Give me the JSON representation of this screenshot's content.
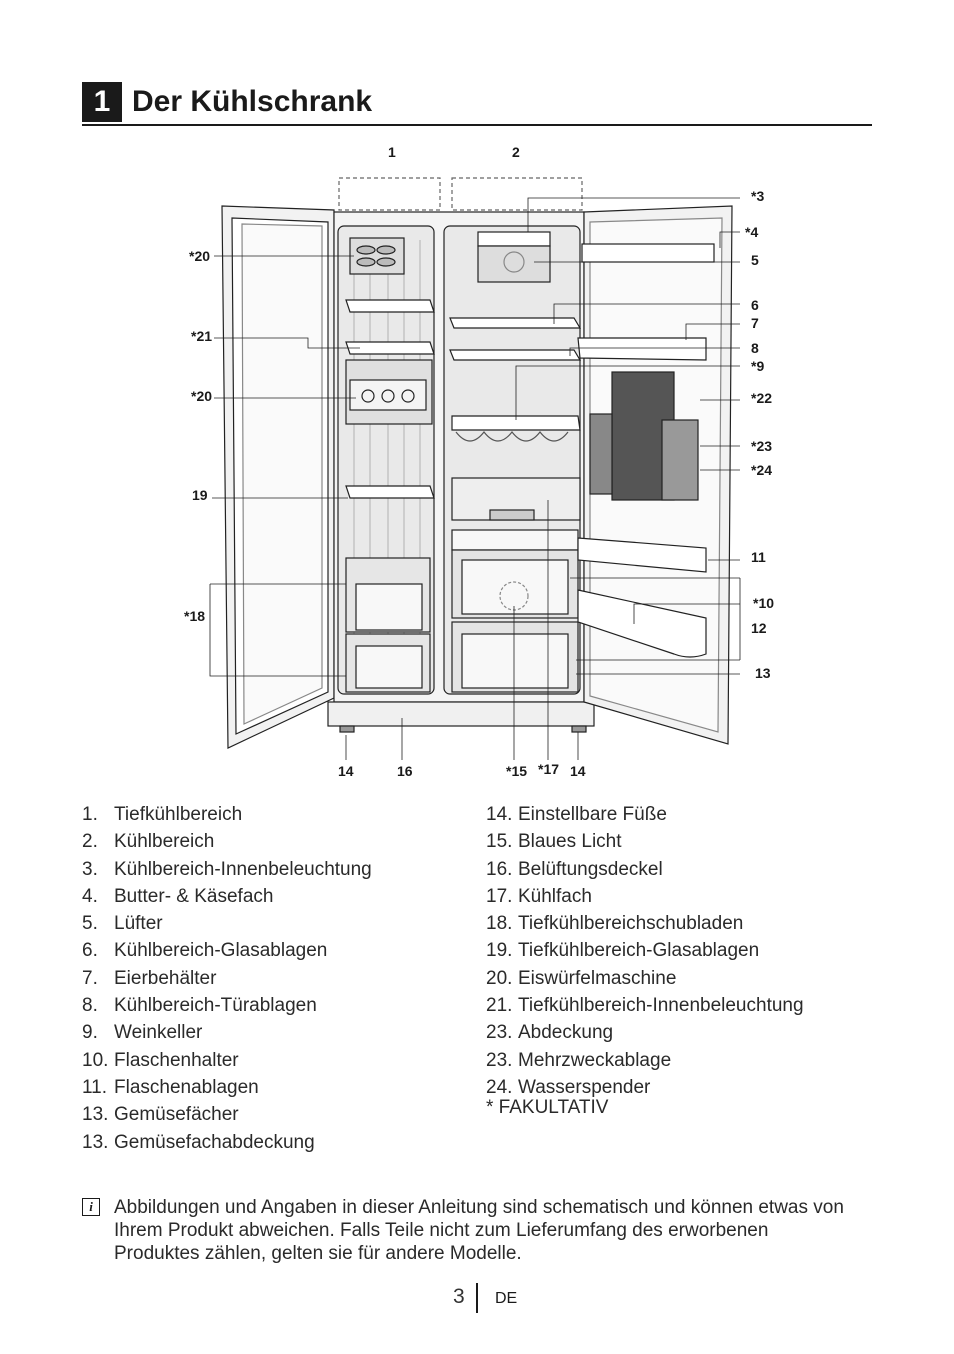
{
  "section": {
    "number": "1",
    "title": "Der Kühlschrank"
  },
  "callouts": {
    "c1": "1",
    "c2": "2",
    "c3": "*3",
    "c4": "*4",
    "c5": "5",
    "c6": "6",
    "c7": "7",
    "c8": "8",
    "c9": "*9",
    "c10": "*10",
    "c11": "11",
    "c12": "12",
    "c13": "13",
    "c14a": "14",
    "c14b": "14",
    "c15": "*15",
    "c16": "16",
    "c17": "*17",
    "c18": "*18",
    "c19": "19",
    "c20a": "*20",
    "c20b": "*20",
    "c21": "*21",
    "c22": "*22",
    "c23": "*23",
    "c24": "*24"
  },
  "legend_left": [
    {
      "num": "1.",
      "text": "Tiefkühlbereich"
    },
    {
      "num": "2.",
      "text": "Kühlbereich"
    },
    {
      "num": "3.",
      "text": "Kühlbereich-Innenbeleuchtung"
    },
    {
      "num": "4.",
      "text": "Butter- & Käsefach"
    },
    {
      "num": "5.",
      "text": "Lüfter"
    },
    {
      "num": "6.",
      "text": "Kühlbereich-Glasablagen"
    },
    {
      "num": "7.",
      "text": "Eierbehälter"
    },
    {
      "num": "8.",
      "text": "Kühlbereich-Türablagen"
    },
    {
      "num": "9.",
      "text": "Weinkeller"
    },
    {
      "num": "10.",
      "text": "Flaschenhalter"
    },
    {
      "num": "11.",
      "text": "Flaschenablagen"
    },
    {
      "num": "13.",
      "text": "Gemüsefächer"
    },
    {
      "num": "13.",
      "text": "Gemüsefachabdeckung"
    }
  ],
  "legend_right": [
    {
      "num": "14.",
      "text": "Einstellbare Füße"
    },
    {
      "num": "15.",
      "text": "Blaues Licht"
    },
    {
      "num": "16.",
      "text": "Belüftungsdeckel"
    },
    {
      "num": "17.",
      "text": "Kühlfach"
    },
    {
      "num": "18.",
      "text": "Tiefkühlbereichschubladen"
    },
    {
      "num": "19.",
      "text": "Tiefkühlbereich-Glasablagen"
    },
    {
      "num": "20.",
      "text": "Eiswürfelmaschine"
    },
    {
      "num": "21.",
      "text": "Tiefkühlbereich-Innenbeleuchtung"
    },
    {
      "num": "23.",
      "text": "Abdeckung"
    },
    {
      "num": "23.",
      "text": "Mehrzweckablage"
    },
    {
      "num": "24.",
      "text": "Wasserspender"
    }
  ],
  "footnote": "* FAKULTATIV",
  "note": {
    "icon": "info-icon",
    "text": "Abbildungen und Angaben in dieser Anleitung sind schematisch und können etwas von Ihrem Produkt abweichen. Falls Teile nicht zum Lieferumfang des erworbenen Produktes zählen, gelten sie für andere Modelle."
  },
  "footer": {
    "page_number": "3",
    "language": "DE"
  }
}
